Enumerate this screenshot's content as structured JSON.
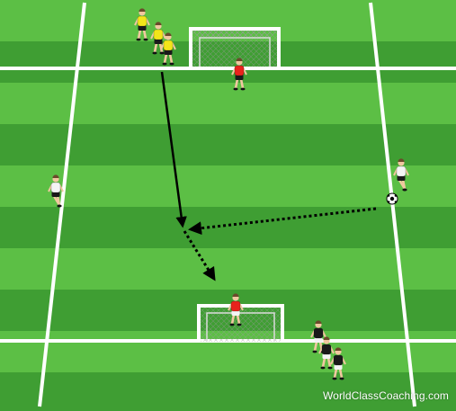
{
  "diagram": {
    "watermark": "WorldClassCoaching.com",
    "colors": {
      "grass_light": "#5cbf45",
      "grass_dark": "#3f9e33",
      "line": "#ffffff",
      "attacker_yellow": "#f2e51a",
      "defender_black": "#1a1a1a",
      "server_white": "#f4f4f4",
      "goalkeeper_red": "#e8231c",
      "arrow": "#000000"
    },
    "elements": {
      "top_goal": "goal-icon",
      "bottom_goal": "goal-icon",
      "ball": "soccer-ball-icon",
      "pass_run": "solid-arrow",
      "passes": "dotted-arrow"
    }
  }
}
